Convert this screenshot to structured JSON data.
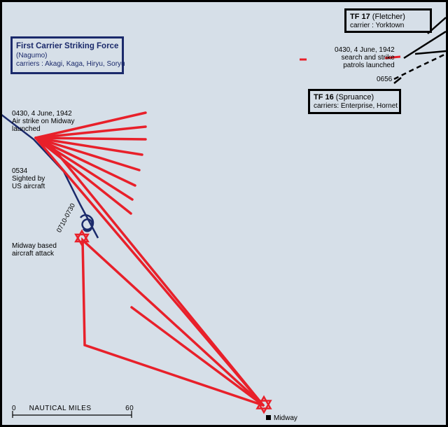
{
  "nagumo": {
    "title": "First  Carrier  Striking Force",
    "commander": "(Nagumo)",
    "carriers": "carriers :  Akagi, Kaga, Hiryu, Soryu"
  },
  "tf17": {
    "name": "TF 17",
    "commander": "(Fletcher)",
    "carriers": "carrier : Yorktown"
  },
  "tf16": {
    "name": "TF 16",
    "commander": "(Spruance)",
    "carriers": "carriers: Enterprise, Hornet"
  },
  "annotations": {
    "air_strike": [
      "0430, 4 June, 1942",
      "Air strike on Midway",
      "launched"
    ],
    "sighted": [
      "0534",
      "Sighted by",
      "US aircraft"
    ],
    "midway_attack": [
      "Midway based",
      "aircraft attack"
    ],
    "time_window": "0710-0730",
    "patrols": [
      "0430, 4 June, 1942",
      "search and strike",
      "patrols launched"
    ],
    "us_time": "0656"
  },
  "scale": {
    "label": "NAUTICAL MILES",
    "start": "0",
    "end": "60"
  },
  "place": {
    "midway": "Midway"
  },
  "colors": {
    "japanese_route": "#1b2a6b",
    "strike": "#e8202a",
    "us_fleet": "#000000",
    "sea": "#d6dfe8"
  }
}
